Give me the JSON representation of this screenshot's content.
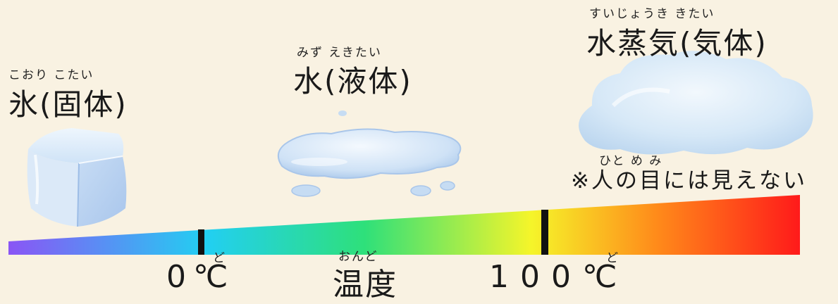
{
  "states": {
    "ice": {
      "ruby": "こおり こたい",
      "label": "氷(固体)"
    },
    "water": {
      "ruby": "みず えきたい",
      "label": "水(液体)"
    },
    "steam": {
      "ruby": "すいじょうき きたい",
      "label": "水蒸気(気体)"
    }
  },
  "note": {
    "ruby": "ひと め み",
    "text": "※人の目には見えない"
  },
  "scale": {
    "axis_ruby": "おんど",
    "axis_label": "温度",
    "markers": [
      {
        "ruby": "ど",
        "label": "0℃"
      },
      {
        "ruby": "ど",
        "label": "100℃"
      }
    ]
  },
  "colors": {
    "background": "#f9f2e2",
    "gradient": [
      "#8a55f5",
      "#22cff2",
      "#2ee07a",
      "#f5f52a",
      "#ff8a1a",
      "#ff1a1a"
    ],
    "marker": "#111111"
  },
  "icons": [
    "ice-cube-icon",
    "water-puddle-icon",
    "steam-cloud-icon"
  ]
}
